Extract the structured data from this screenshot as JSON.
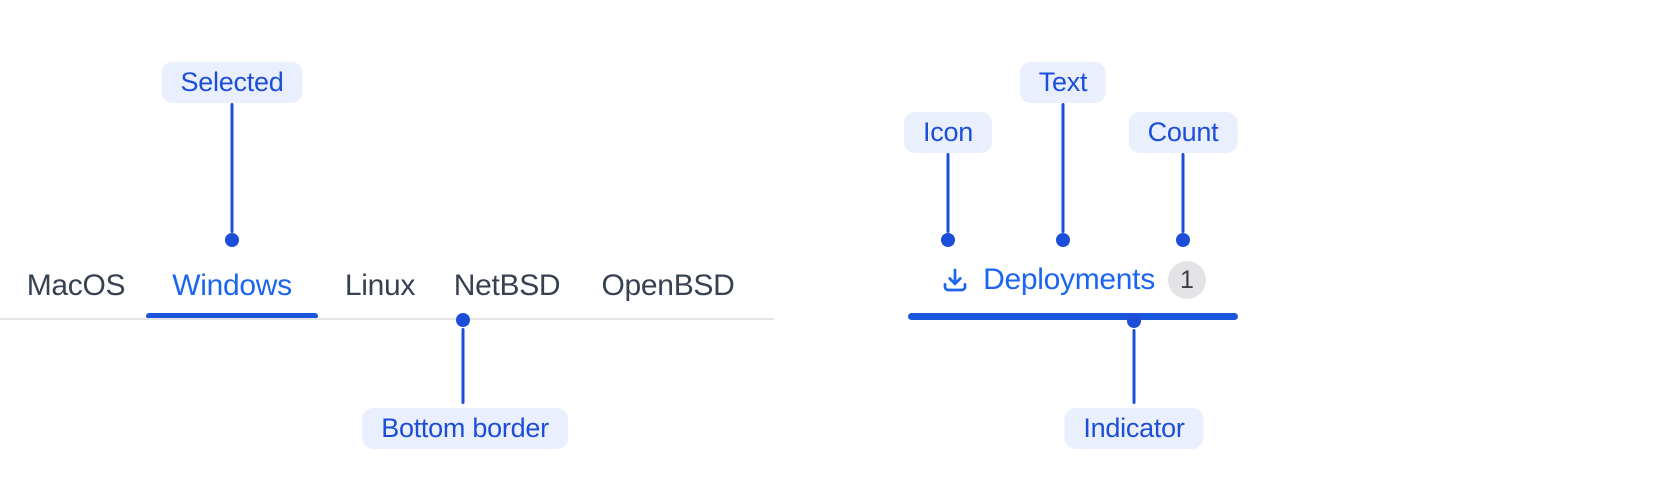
{
  "colors": {
    "accent_blue": "#1c64f2",
    "bar_blue": "#1a56db",
    "annotation_blue": "#1d4ed8",
    "annotation_pill_bg": "#e9effc",
    "tab_text": "#374151",
    "border_gray": "#e4e4e7",
    "badge_bg": "#e4e4e7",
    "badge_text": "#3f3f46",
    "background": "#ffffff"
  },
  "left_example": {
    "tabs": [
      {
        "label": "MacOS",
        "selected": false
      },
      {
        "label": "Windows",
        "selected": true
      },
      {
        "label": "Linux",
        "selected": false
      },
      {
        "label": "NetBSD",
        "selected": false
      },
      {
        "label": "OpenBSD",
        "selected": false
      }
    ],
    "annotations": {
      "selected": "Selected",
      "bottom_border": "Bottom border"
    }
  },
  "right_example": {
    "tab": {
      "icon": "download-icon",
      "label": "Deployments",
      "count": "1",
      "selected": true
    },
    "annotations": {
      "icon": "Icon",
      "text": "Text",
      "count": "Count",
      "indicator": "Indicator"
    }
  }
}
